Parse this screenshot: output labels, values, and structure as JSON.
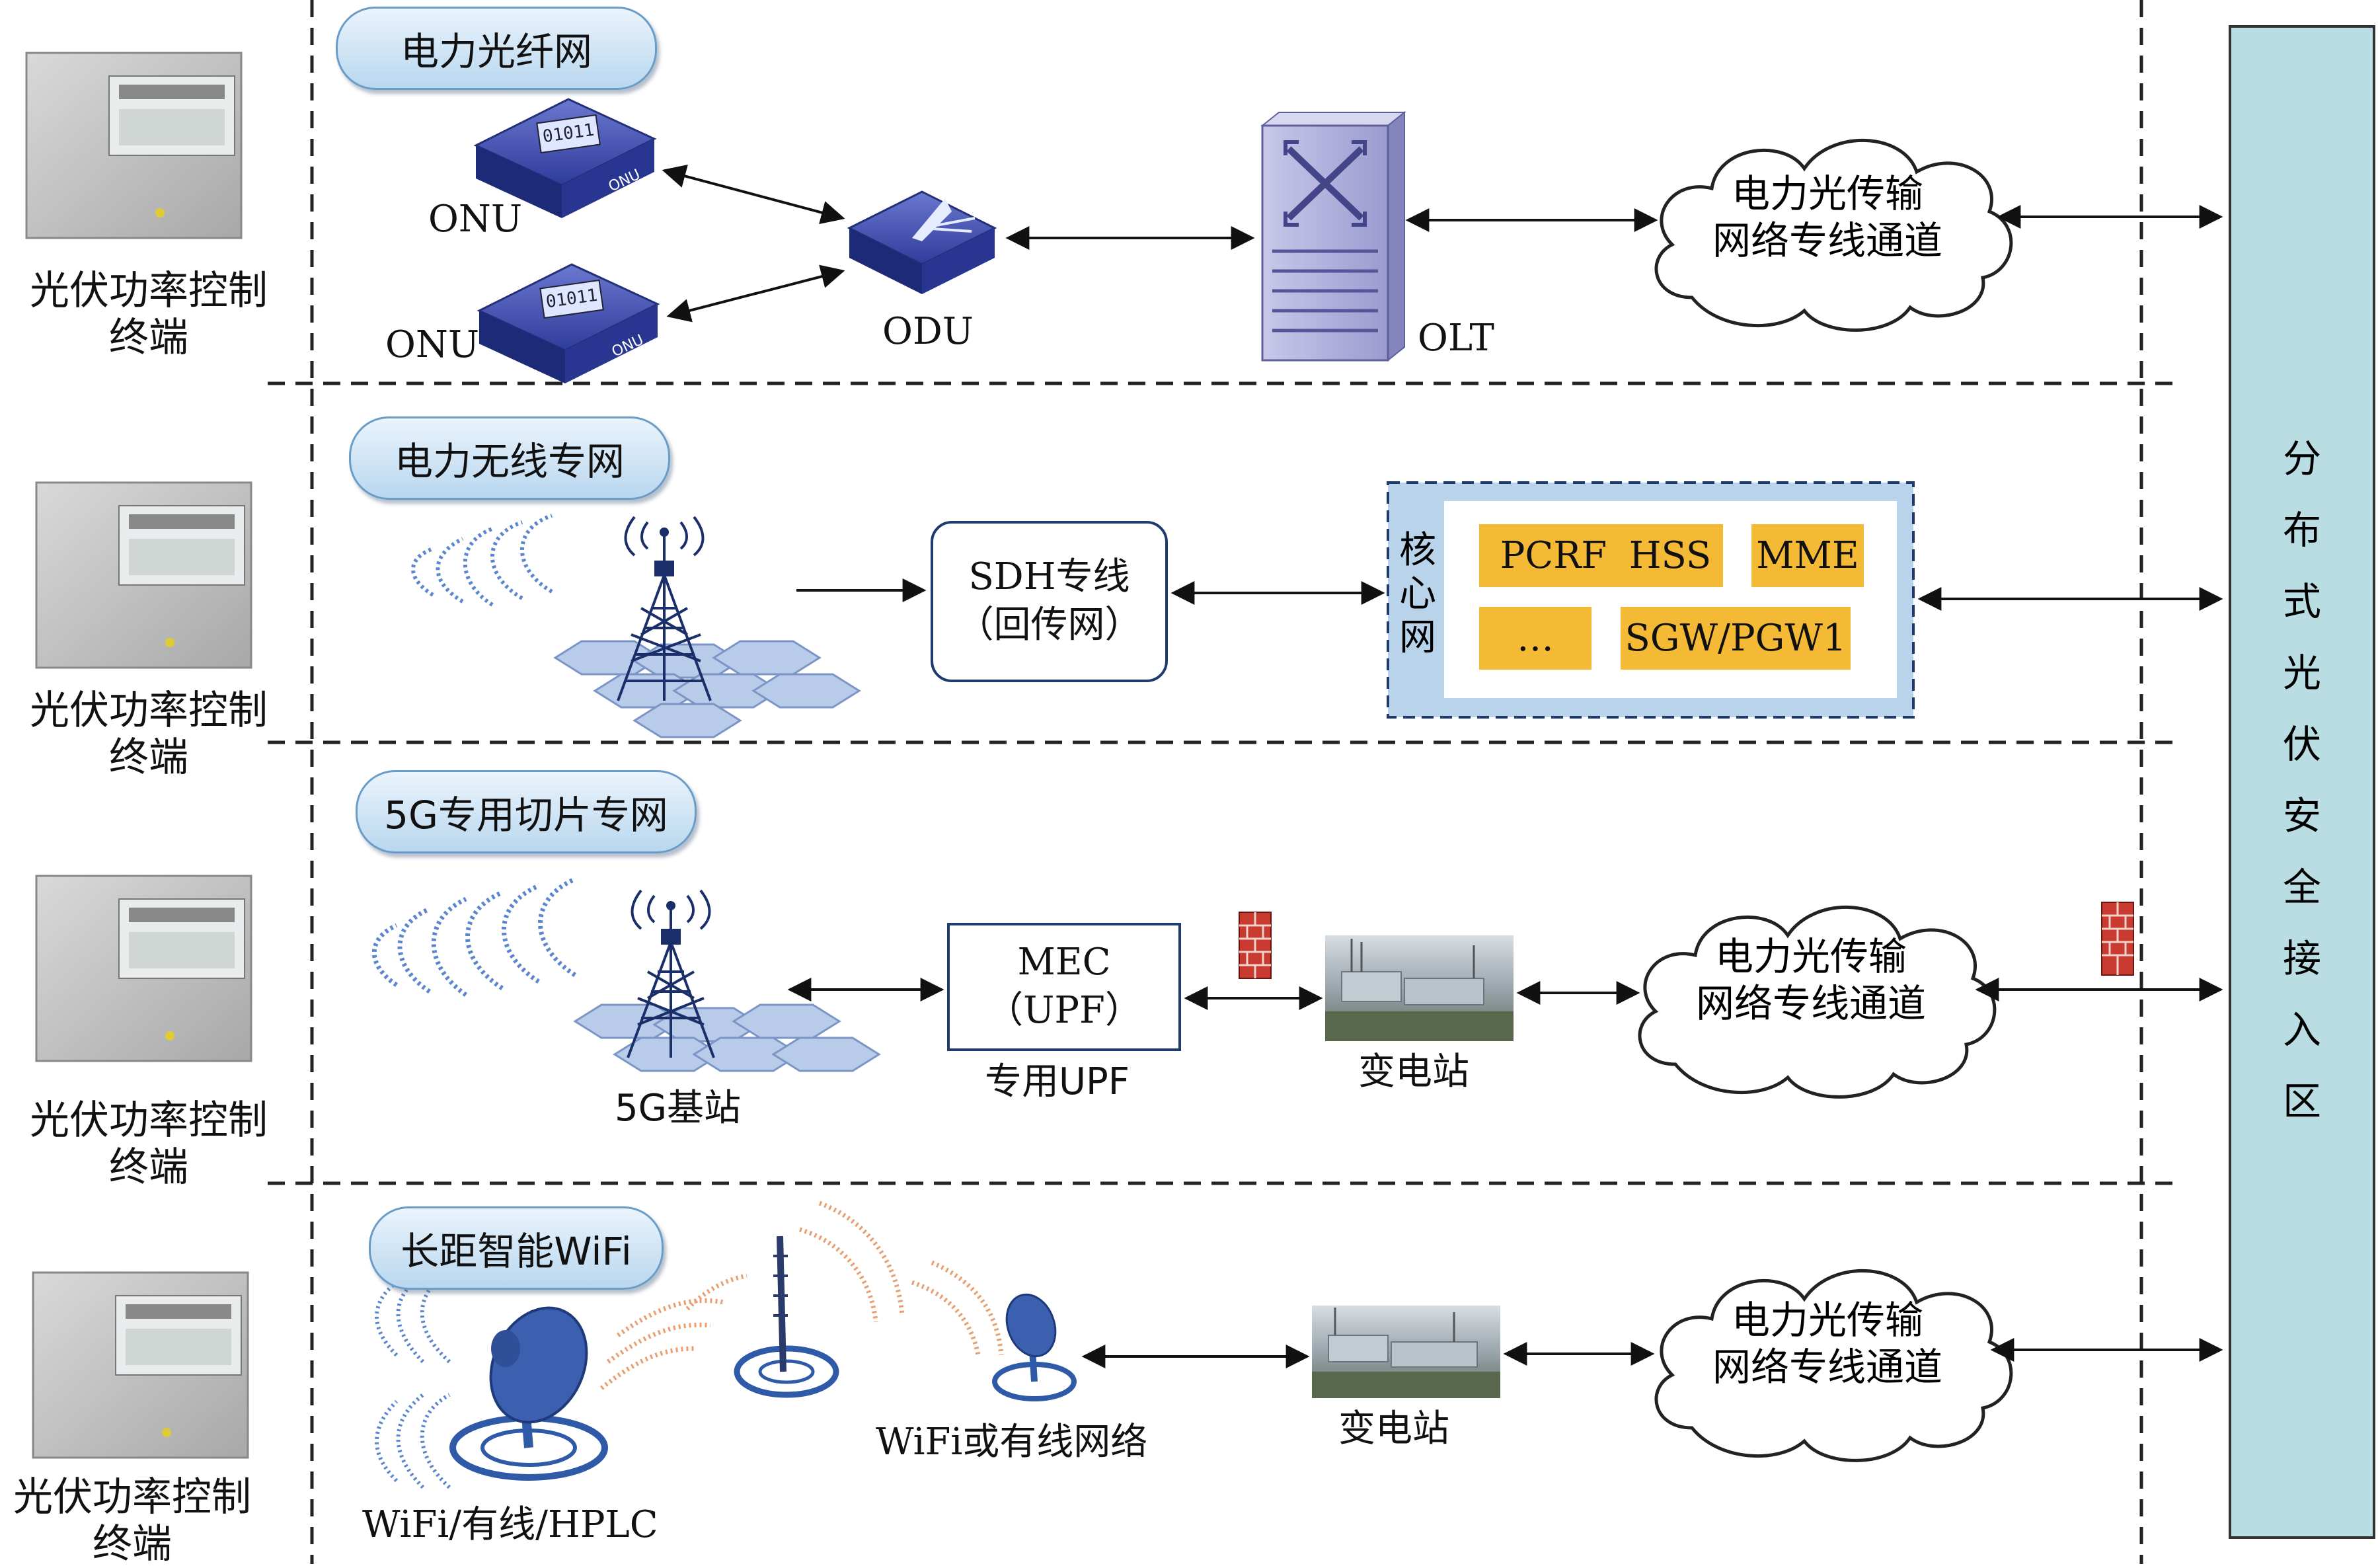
{
  "terminal_label": [
    "光伏功率控制",
    "终端"
  ],
  "zone_title": [
    "分",
    "布",
    "式",
    "光",
    "伏",
    "安",
    "全",
    "接",
    "入",
    "区"
  ],
  "sections": {
    "fiber": {
      "title": "电力光纤网",
      "onu_top": "ONU",
      "onu_bottom": "ONU",
      "onu_device_text": "ONU",
      "onu_display": "01011",
      "odu": "ODU",
      "olt": "OLT",
      "cloud": [
        "电力光传输",
        "网络专线通道"
      ]
    },
    "wireless": {
      "title": "电力无线专网",
      "sdh": [
        "SDH专线",
        "（回传网）"
      ],
      "core_label": [
        "核",
        "心",
        "网"
      ],
      "core_items": [
        "PCRF",
        "HSS",
        "MME",
        "…",
        "SGW/PGW1"
      ]
    },
    "slice5g": {
      "title": "5G专用切片专网",
      "mec": [
        "MEC",
        "（UPF）"
      ],
      "upf_label": "专用UPF",
      "station": "5G基站",
      "substation": "变电站",
      "cloud": [
        "电力光传输",
        "网络专线通道"
      ]
    },
    "wifi": {
      "title": "长距智能WiFi",
      "local_label": "WiFi/有线/HPLC",
      "remote_label": "WiFi或有线网络",
      "substation": "变电站",
      "cloud": [
        "电力光传输",
        "网络专线通道"
      ]
    }
  },
  "colors": {
    "zone_fill": "#b9dde3",
    "orange": "#f4b935",
    "core_fill": "#b8d3ea",
    "pill_border": "#6a9cc8",
    "wave_blue": "#5a86cf",
    "wave_orange": "#e8a070"
  }
}
